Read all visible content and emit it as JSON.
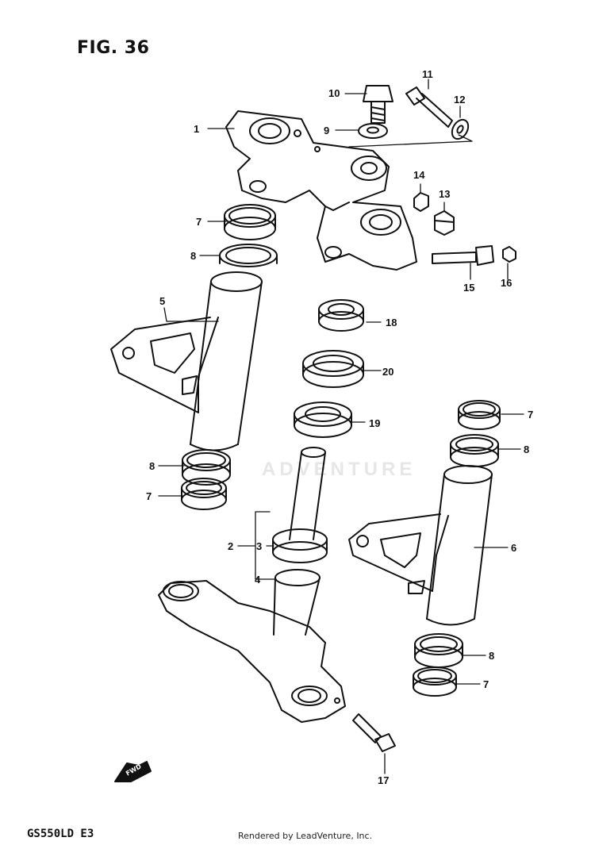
{
  "figure": {
    "title": "FIG. 36"
  },
  "footer": {
    "model": "GS550LD E3",
    "credit": "Rendered by LeadVenture, Inc."
  },
  "watermark": "ADVENTURE",
  "forward_mark": "FWD",
  "callouts": [
    {
      "id": "c1",
      "label": "1"
    },
    {
      "id": "c2",
      "label": "2"
    },
    {
      "id": "c3",
      "label": "3"
    },
    {
      "id": "c4",
      "label": "4"
    },
    {
      "id": "c5",
      "label": "5"
    },
    {
      "id": "c6",
      "label": "6"
    },
    {
      "id": "c7a",
      "label": "7"
    },
    {
      "id": "c7b",
      "label": "7"
    },
    {
      "id": "c7c",
      "label": "7"
    },
    {
      "id": "c7d",
      "label": "7"
    },
    {
      "id": "c8a",
      "label": "8"
    },
    {
      "id": "c8b",
      "label": "8"
    },
    {
      "id": "c8c",
      "label": "8"
    },
    {
      "id": "c8d",
      "label": "8"
    },
    {
      "id": "c9",
      "label": "9"
    },
    {
      "id": "c10",
      "label": "10"
    },
    {
      "id": "c11",
      "label": "11"
    },
    {
      "id": "c12",
      "label": "12"
    },
    {
      "id": "c13",
      "label": "13"
    },
    {
      "id": "c14",
      "label": "14"
    },
    {
      "id": "c15",
      "label": "15"
    },
    {
      "id": "c16",
      "label": "16"
    },
    {
      "id": "c17",
      "label": "17"
    },
    {
      "id": "c18",
      "label": "18"
    },
    {
      "id": "c19",
      "label": "19"
    },
    {
      "id": "c20",
      "label": "20"
    }
  ]
}
